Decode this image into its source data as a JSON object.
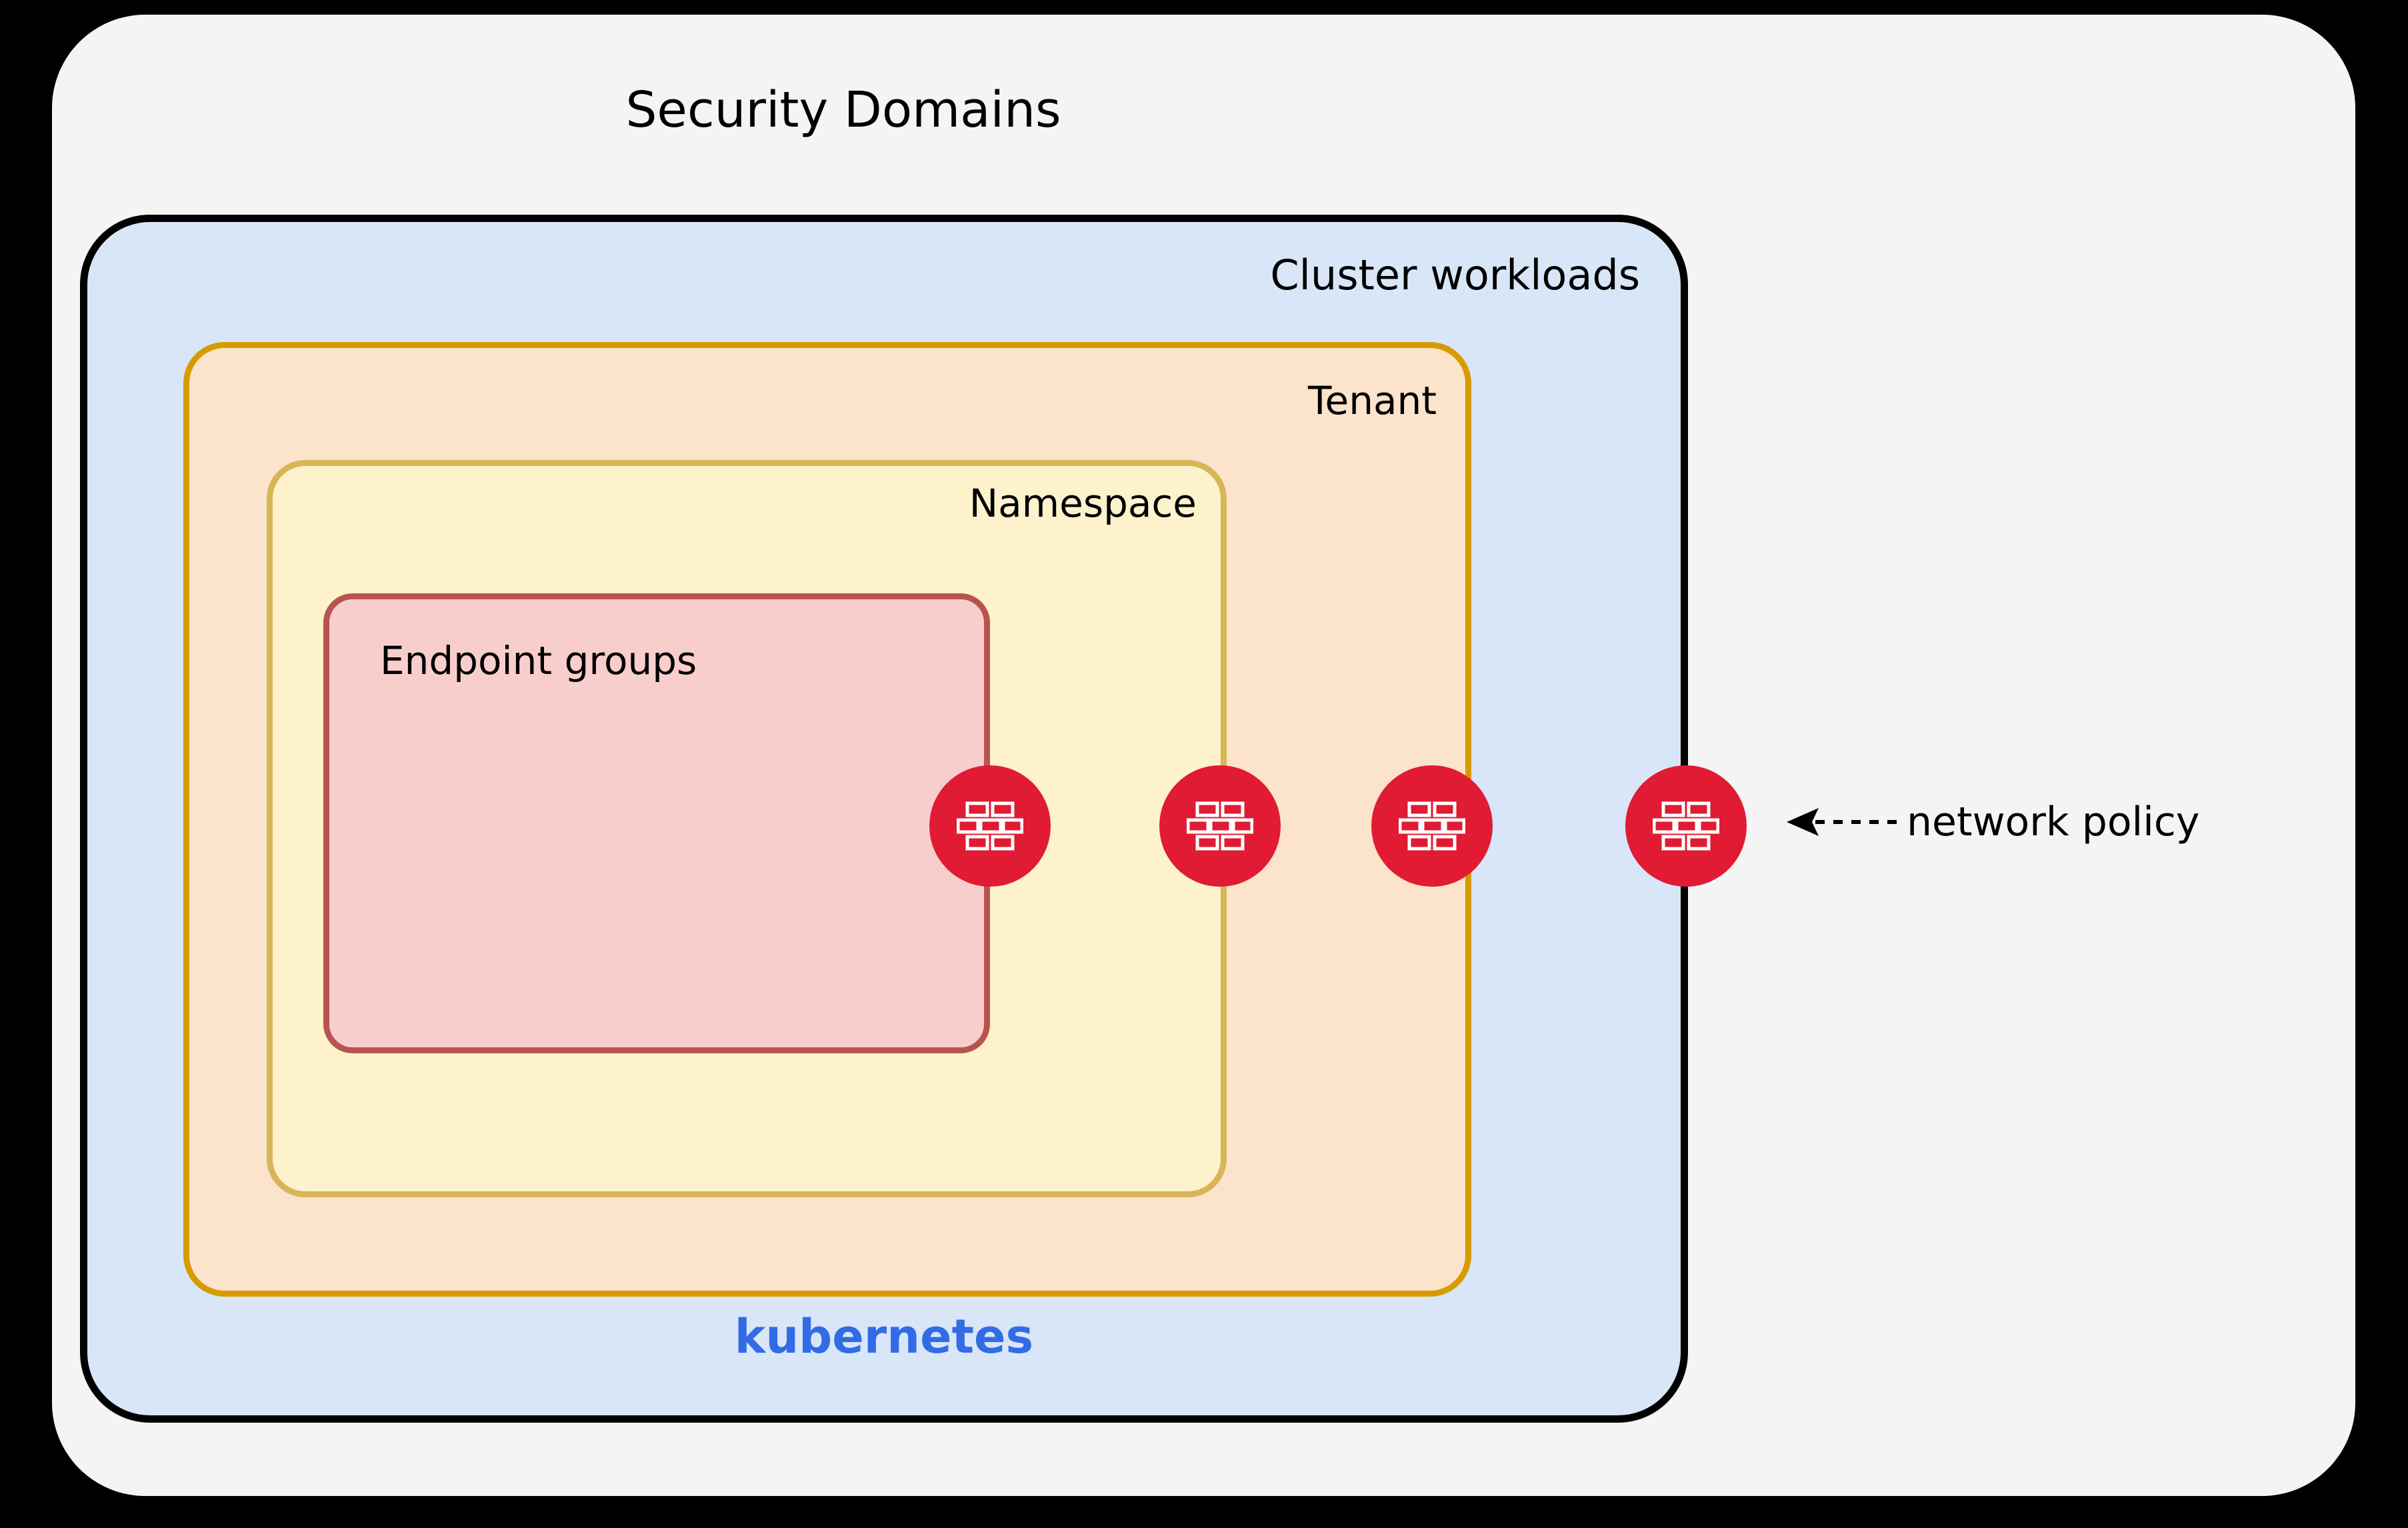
{
  "diagram": {
    "title": "Security Domains",
    "type": "nested-containment",
    "layers": [
      {
        "id": "security-domains",
        "label": "Security Domains",
        "fill": "#f4f4f4",
        "stroke": "none",
        "label_position": "top-center"
      },
      {
        "id": "cluster-workloads",
        "label": "Cluster workloads",
        "fill": "#d8e6f8",
        "stroke": "#000000",
        "label_position": "top-right"
      },
      {
        "id": "tenant",
        "label": "Tenant",
        "fill": "#fce3cb",
        "stroke": "#d79b00",
        "label_position": "top-right"
      },
      {
        "id": "namespace",
        "label": "Namespace",
        "fill": "#fdf2cc",
        "stroke": "#d6b656",
        "label_position": "top-right"
      },
      {
        "id": "endpoint-groups",
        "label": "Endpoint groups",
        "fill": "#f8cecc",
        "stroke": "#b85450",
        "label_position": "top-left"
      }
    ],
    "brand": {
      "label": "kubernetes",
      "color": "#326ce5"
    },
    "annotation": {
      "label": "network policy",
      "marker_icon": "firewall-icon",
      "marker_color": "#e01b33",
      "marker_count": 4,
      "arrow_style": "dashed",
      "arrow_direction": "left"
    },
    "markers": [
      {
        "id": "policy-endpoint-groups",
        "boundary": "endpoint-groups",
        "icon": "firewall-icon"
      },
      {
        "id": "policy-namespace",
        "boundary": "namespace",
        "icon": "firewall-icon"
      },
      {
        "id": "policy-tenant",
        "boundary": "tenant",
        "icon": "firewall-icon"
      },
      {
        "id": "policy-cluster",
        "boundary": "cluster-workloads",
        "icon": "firewall-icon"
      }
    ]
  }
}
